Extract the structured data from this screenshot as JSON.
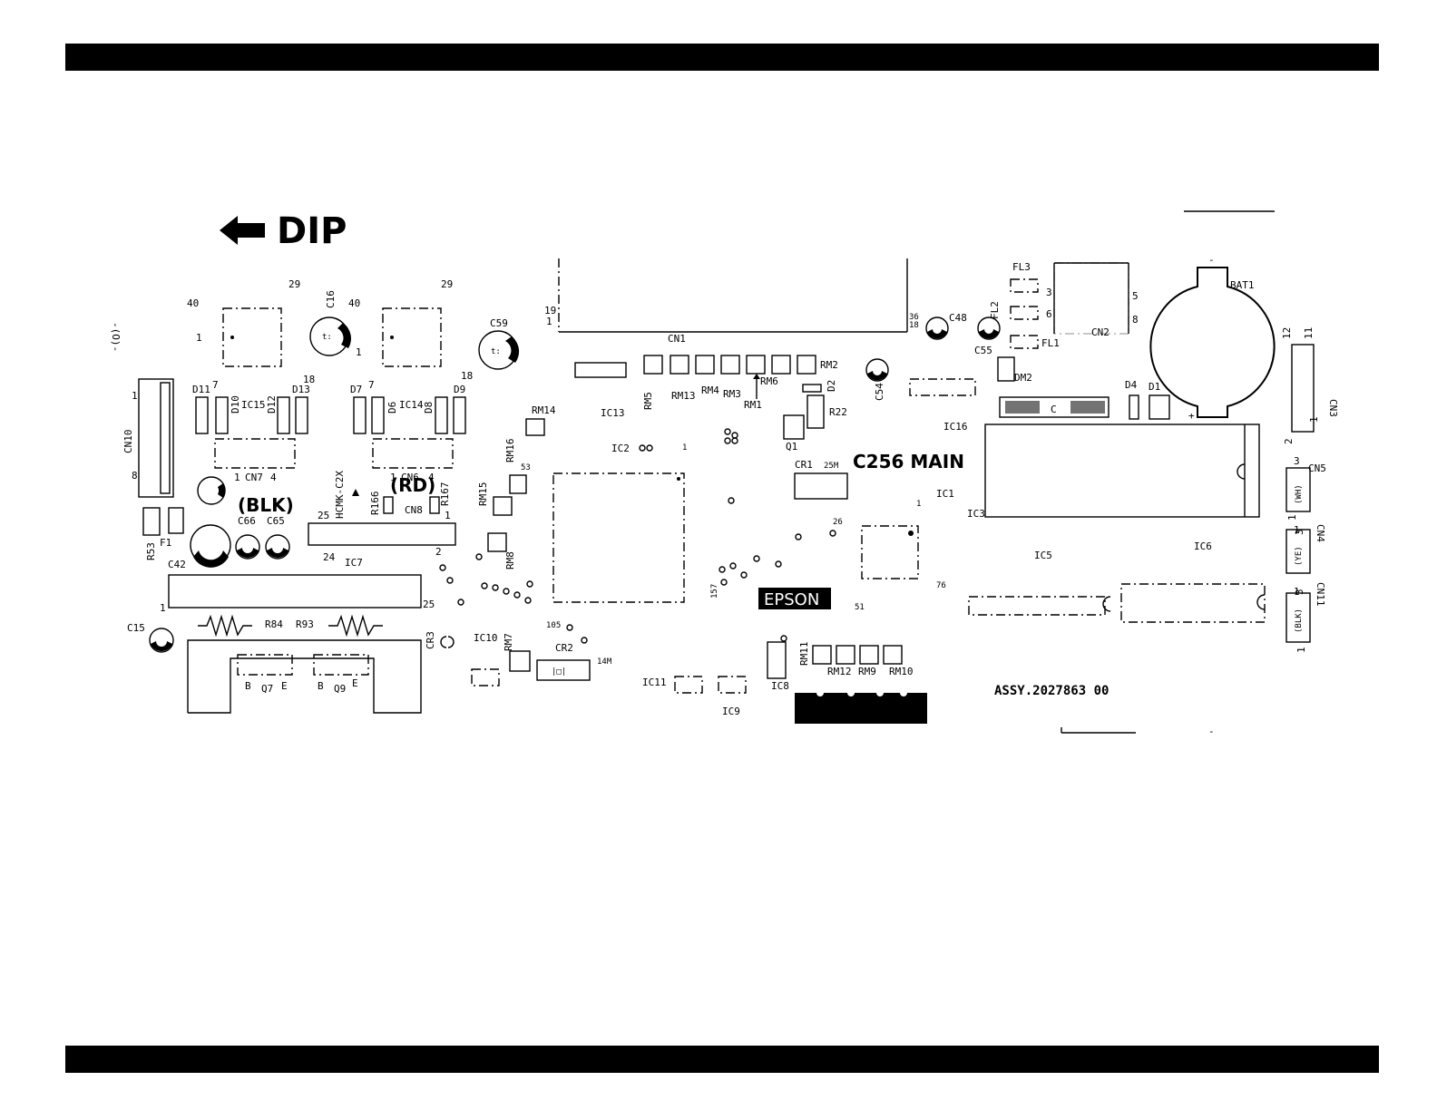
{
  "board": {
    "dip_label": "DIP",
    "board_name": "C256 MAIN",
    "brand_logo": "EPSON",
    "assy_label": "ASSY.2027863  00",
    "orientation_mark": "-(O)-"
  },
  "labels": {
    "cn1": "CN1",
    "cn2": "CN2",
    "cn3": "CN3",
    "cn4": "CN4",
    "cn5": "CN5",
    "cn6": "CN6",
    "cn7": "CN7",
    "cn8": "CN8",
    "cn10": "CN10",
    "cn11": "CN11",
    "ic1": "IC1",
    "ic2": "IC2",
    "ic3": "IC3",
    "ic5": "IC5",
    "ic6": "IC6",
    "ic7": "IC7",
    "ic8": "IC8",
    "ic9": "IC9",
    "ic10": "IC10",
    "ic11": "IC11",
    "ic13": "IC13",
    "ic14": "IC14",
    "ic15": "IC15",
    "ic16": "IC16",
    "rm1": "RM1",
    "rm2": "RM2",
    "rm3": "RM3",
    "rm4": "RM4",
    "rm5": "RM5",
    "rm6": "RM6",
    "rm7": "RM7",
    "rm8": "RM8",
    "rm9": "RM9",
    "rm10": "RM10",
    "rm11": "RM11",
    "rm12": "RM12",
    "rm13": "RM13",
    "rm14": "RM14",
    "rm15": "RM15",
    "rm16": "RM16",
    "r22": "R22",
    "r53": "R53",
    "r84": "R84",
    "r93": "R93",
    "r166": "R166",
    "r167": "R167",
    "c15": "C15",
    "c16": "C16",
    "c42": "C42",
    "c48": "C48",
    "c54": "C54",
    "c55": "C55",
    "c59": "C59",
    "c65": "C65",
    "c66": "C66",
    "d1": "D1",
    "d2": "D2",
    "d4": "D4",
    "d6": "D6",
    "d7": "D7",
    "d8": "D8",
    "d9": "D9",
    "d10": "D10",
    "d11": "D11",
    "d12": "D12",
    "d13": "D13",
    "fl1": "FL1",
    "fl2": "FL2",
    "fl3": "FL3",
    "q1": "Q1",
    "q7": "Q7",
    "q9": "Q9",
    "f1": "F1",
    "cr1": "CR1",
    "cr2": "CR2",
    "cr3": "CR3",
    "dm2": "DM2",
    "bat1": "BAT1",
    "blk_left": "(BLK)",
    "rd": "(RD)",
    "hcmk": "HCMK-C2X",
    "wh": "(WH)",
    "ye": "(YE)",
    "blk_right": "(BLK)",
    "freq_25m": "25M",
    "freq_14m": "14M",
    "pin_b1": "B",
    "pin_e1": "E",
    "pin_b2": "B",
    "pin_e2": "E",
    "c_mark": "C"
  },
  "pins": {
    "p40a": "40",
    "p29a": "29",
    "p1a": "1",
    "p40b": "40",
    "p29b": "29",
    "p1b": "1",
    "p7a": "7",
    "p18a": "18",
    "p7b": "7",
    "p18b": "18",
    "p1cn10": "1",
    "p8cn10": "8",
    "p1cn7": "1",
    "p4cn7": "4",
    "p1cn6": "1",
    "p4cn6": "4",
    "p25ic7": "25",
    "p1ic7": "1",
    "p24ic7": "24",
    "p2ic7": "2",
    "p1ic7b": "1",
    "p25ic7b": "25",
    "p19cn1": "19",
    "p1cn1": "1",
    "p36cn1": "36",
    "p18cn1": "18",
    "p3cn2": "3",
    "p6cn2": "6",
    "p5cn2": "5",
    "p8cn2": "8",
    "p12cn3": "12",
    "p11cn3": "11",
    "p2cn3": "2",
    "p1cn3": "1",
    "p53": "53",
    "p1ic2": "1",
    "p1ic1": "1",
    "p26": "26",
    "p76": "76",
    "p51": "51",
    "p157": "157",
    "p105": "105",
    "p3cn5": "3",
    "p1cn5": "1",
    "p3cn4": "3",
    "p1cn4": "1",
    "p3cn11": "3",
    "p1cn11": "1",
    "minus": "-",
    "plus": "+",
    "minus2": "-"
  }
}
